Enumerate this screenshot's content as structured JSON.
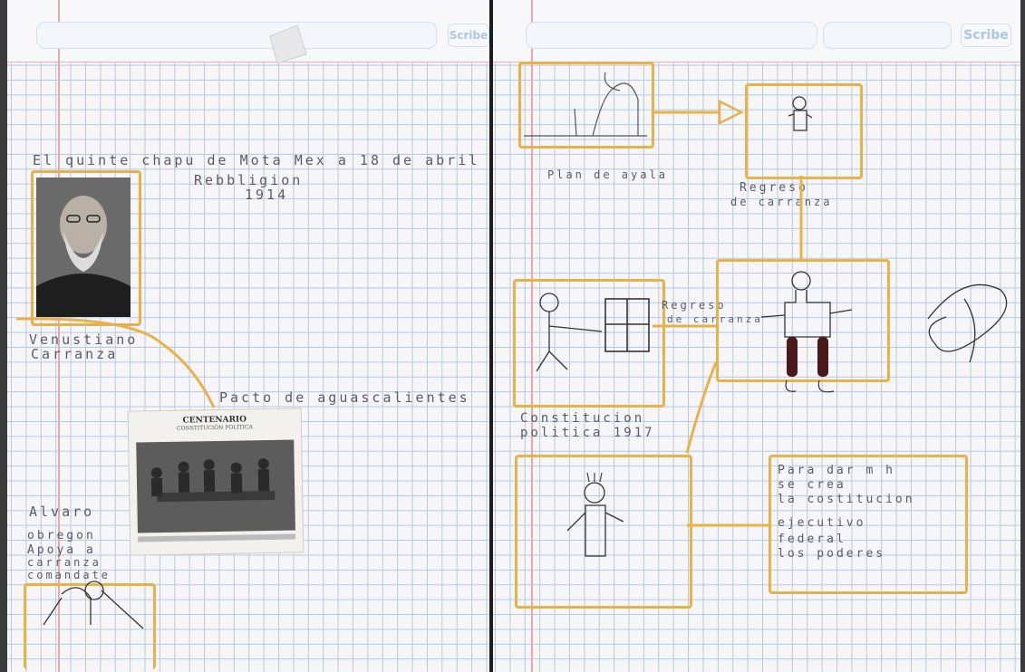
{
  "left_page": {
    "scribe_logo": "Scribe",
    "heading_line1": "El quinte chapu de Mota Mex a 18 de abril",
    "heading_line2": "Rebbligion",
    "heading_year": "1914",
    "carranza_label_1": "Venustiano",
    "carranza_label_2": "Carranza",
    "pacto_label": "Pacto de aguascalientes",
    "clipping_banner": "CENTENARIO",
    "clipping_subtitle": "CONSTITUCIÓN POLÍTICA",
    "obregon_1": "Alvaro",
    "obregon_2": "obregon",
    "obregon_3": "Apoya a",
    "obregon_4": "carranza",
    "obregon_5": "comandate"
  },
  "right_page": {
    "scribe_logo": "Scribe",
    "plan_label": "Plan de ayala",
    "regreso_1": "Regreso",
    "regreso_2": "de carranza",
    "regreso_arrow_1": "Regreso",
    "regreso_arrow_2": "de carranza",
    "constitucion_1": "Constitucion",
    "constitucion_2": "politica 1917",
    "poderes_1": "Para dar m h",
    "poderes_2": "se crea",
    "poderes_3": "la costitucion",
    "poderes_4": "ejecutivo",
    "poderes_5": "federal",
    "poderes_6": "los poderes"
  }
}
